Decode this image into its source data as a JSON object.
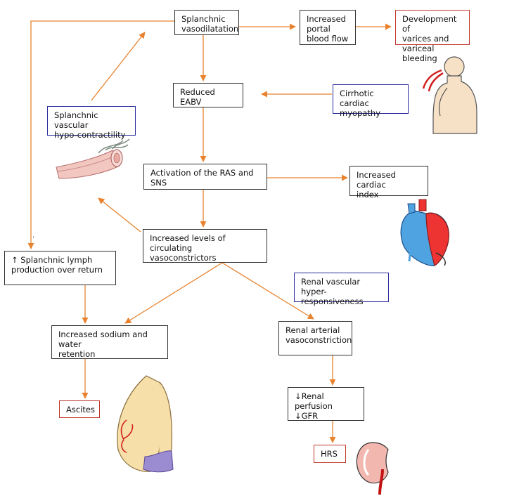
{
  "nodes": {
    "splanchnic_vasodilatation": "Splanchnic\nvasodilatation",
    "increased_portal_flow": "Increased\nportal\nblood flow",
    "varices": "Development of\nvarices and\nvariceal bleeding",
    "reduced_eabv": "Reduced EABV",
    "cirrhotic_cardiac": "Cirrhotic cardiac\nmyopathy",
    "hypo_contractility": "Splanchnic vascular\nhypo-contractility",
    "activation_ras_sns": "Activation of the RAS and SNS",
    "increased_cardiac_index": "Increased cardiac\nindex",
    "circulating_vasoconstrictors": "Increased levels of circulating\nvasoconstrictors",
    "lymph_production": "↑ Splanchnic lymph\nproduction over return",
    "renal_hyper": "Renal vascular hyper-\nresponsiveness",
    "sodium_water": "Increased sodium and water\nretention",
    "renal_vasoconstriction": "Renal arterial\nvasoconstriction",
    "ascites": "Ascites",
    "renal_perfusion": "↓Renal perfusion\n↓GFR",
    "hrs": "HRS"
  },
  "colors": {
    "arrow": "#e8822e",
    "black_box": "#333333",
    "blue_box": "#2b2b9c",
    "red_box": "#c0392b"
  },
  "illustrations": [
    "artery-icon",
    "bleeding-person-icon",
    "heart-icon",
    "pregnant-abdomen-icon",
    "kidney-icon"
  ]
}
